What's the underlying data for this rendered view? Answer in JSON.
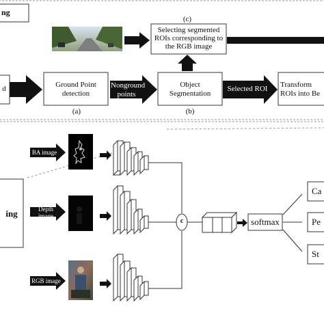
{
  "top_section": {
    "corner_label": "ng",
    "step_c_caption": "(c)",
    "roi_select_box_text": "Selecting segmented ROIs corresponding to the RGB image",
    "partial_left_box_text": "d",
    "ground_point_box_text": "Ground Point detection",
    "step_a_caption": "(a)",
    "nonground_arrow_text": "Nonground points",
    "object_seg_box_text": "Object Segmentation",
    "step_b_caption": "(b)",
    "selected_roi_arrow_text": "Selected ROI",
    "transform_box_text": "Transform ROIs into Be"
  },
  "bottom_section": {
    "left_partial_box_text": "ing",
    "inputs": [
      {
        "label": "BA image"
      },
      {
        "label": "Depth image"
      },
      {
        "label": "RGB image"
      }
    ],
    "concat_symbol": "c",
    "softmax_box_text": "softmax",
    "outputs": [
      {
        "label": "Ca"
      },
      {
        "label": "Pe"
      },
      {
        "label": "St"
      }
    ]
  },
  "colors": {
    "arrow_fill": "#111111",
    "box_border": "#333333",
    "dashed_border": "#888888"
  }
}
